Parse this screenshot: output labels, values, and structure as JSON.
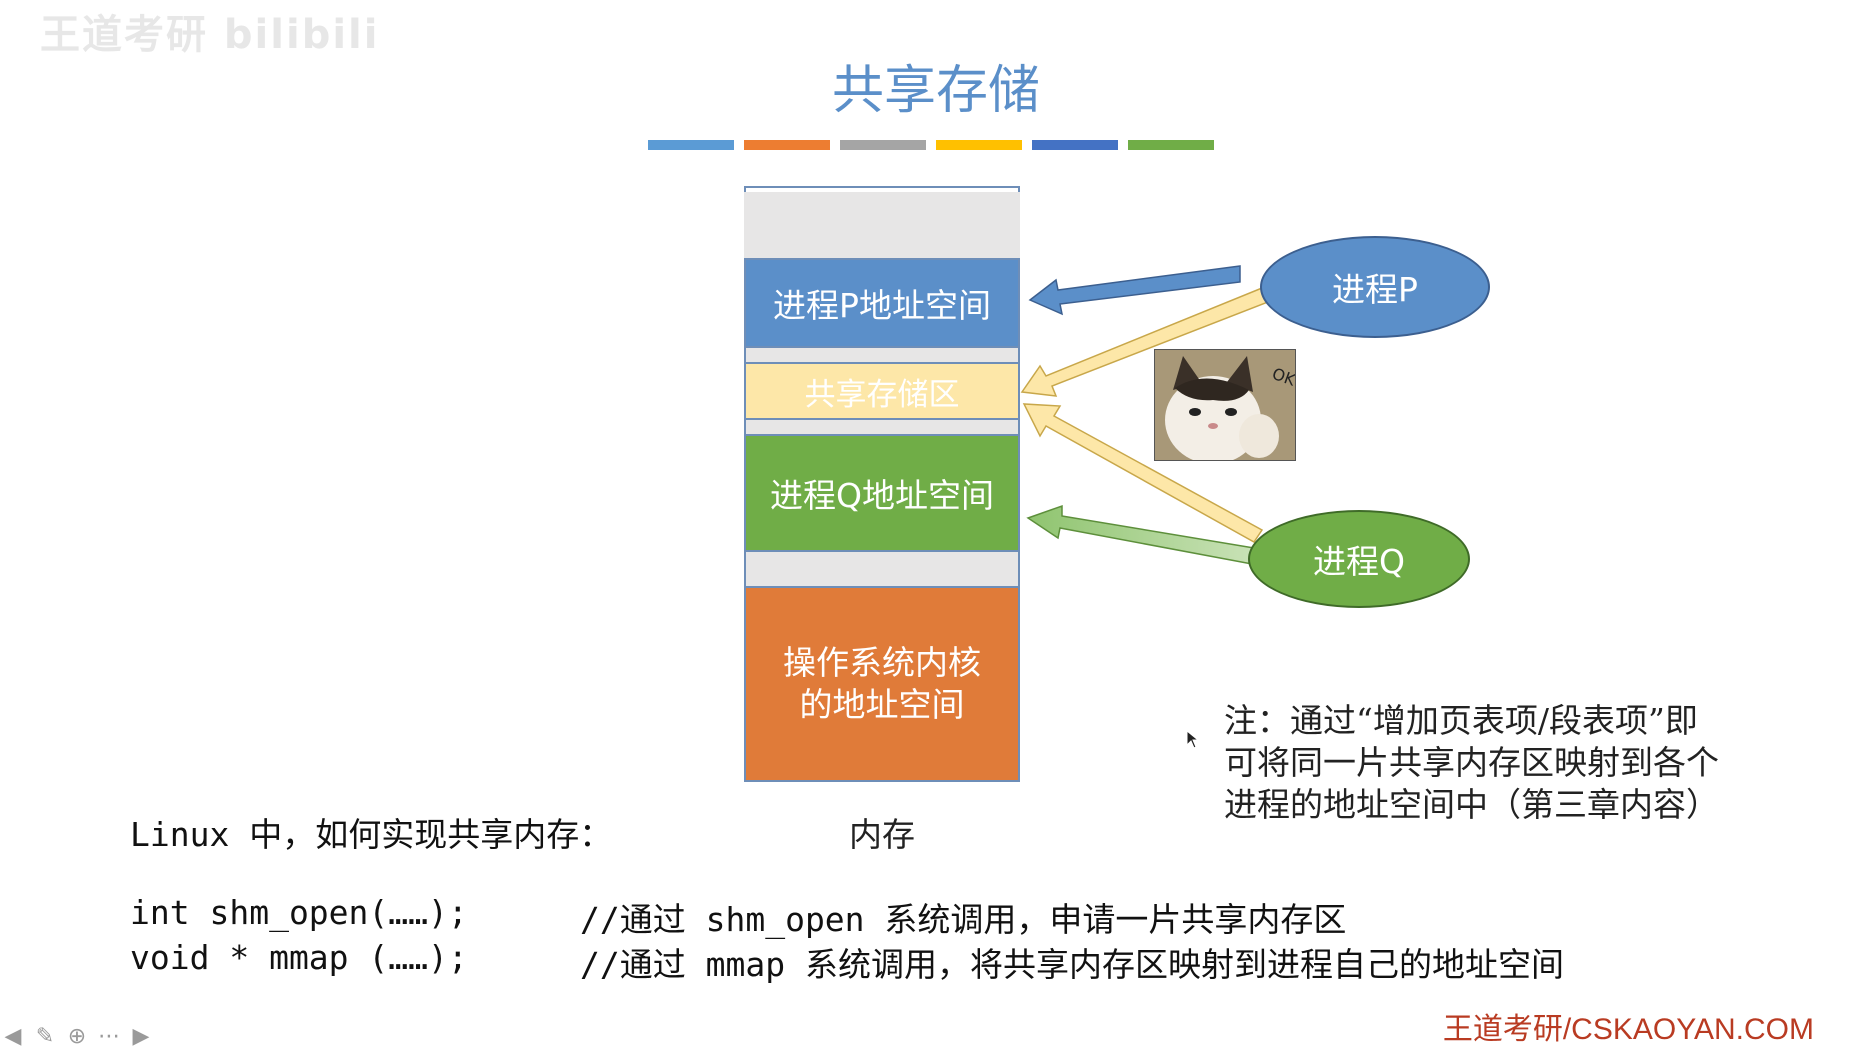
{
  "watermark": "王道考研 bilibili",
  "title": "共享存储",
  "title_bars": [
    "#5b9bd5",
    "#ed7d31",
    "#a5a5a5",
    "#ffc000",
    "#4472c4",
    "#70ad47"
  ],
  "memory": {
    "label": "内存",
    "blocks": [
      {
        "label": "",
        "color": "#e7e6e6",
        "text_color": "#ffffff"
      },
      {
        "label": "进程P地址空间",
        "color": "#5b8fc9",
        "text_color": "#ffffff"
      },
      {
        "label": "",
        "color": "#e7e6e6",
        "text_color": "#ffffff"
      },
      {
        "label": "共享存储区",
        "color": "#fde7a8",
        "text_color": "#ffffff"
      },
      {
        "label": "进程Q地址空间",
        "color": "#70ad47",
        "text_color": "#ffffff"
      },
      {
        "label": "",
        "color": "#e7e6e6",
        "text_color": "#ffffff"
      },
      {
        "label": "操作系统内核\n的地址空间",
        "color": "#ed7d31",
        "text_color": "#ffffff"
      }
    ]
  },
  "process_p": {
    "label": "进程P",
    "color": "#5b8fc9"
  },
  "process_q": {
    "label": "进程Q",
    "color": "#70ad47"
  },
  "cat_caption": "OK",
  "note": {
    "line1": "注：通过“增加页表项/段表项”即",
    "line2": "可将同一片共享内存区映射到各个",
    "line3": "进程的地址空间中（第三章内容）"
  },
  "linux_question": "Linux 中，如何实现共享内存：",
  "code": [
    {
      "code": "int shm_open(……);",
      "comment": "//通过 shm_open 系统调用，申请一片共享内存区"
    },
    {
      "code": "void * mmap (……);",
      "comment": "//通过 mmap 系统调用，将共享内存区映射到进程自己的地址空间"
    }
  ],
  "brand": "王道考研/CSKAOYAN.COM",
  "toolbar_icons": [
    "prev-arrow-icon",
    "pen-icon",
    "zoom-icon",
    "more-icon",
    "next-arrow-icon"
  ]
}
